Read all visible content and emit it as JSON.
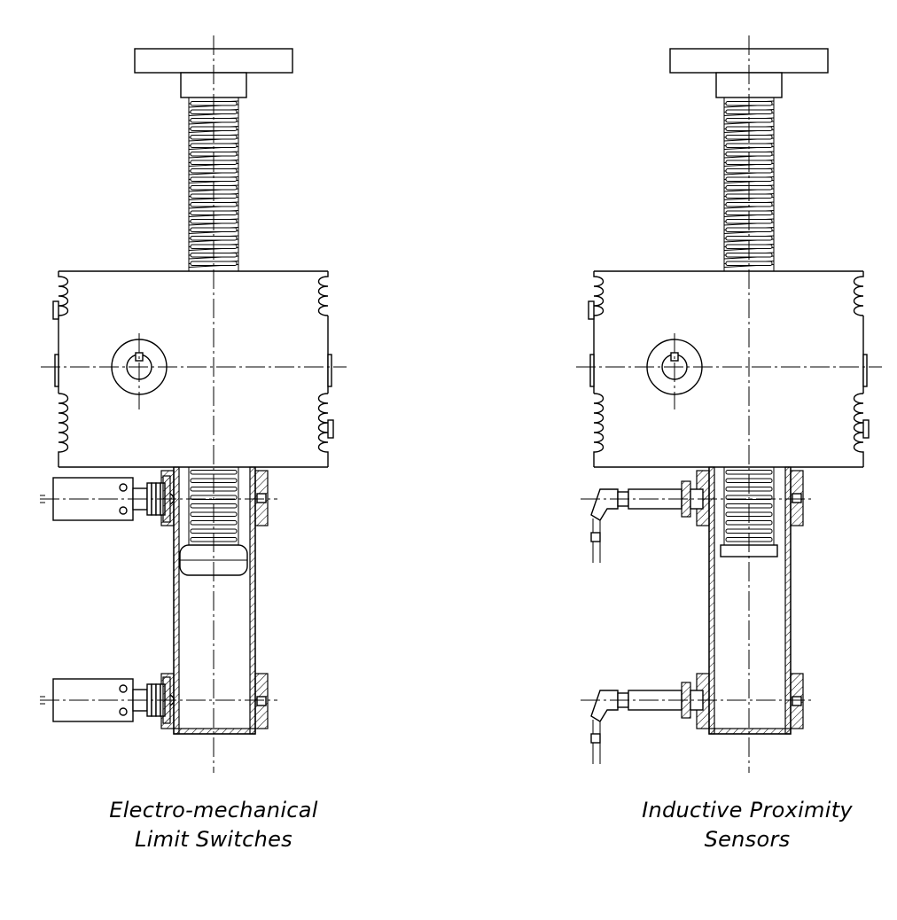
{
  "figures": [
    {
      "key": "left",
      "caption_line1": "Electro-mechanical",
      "caption_line2": "Limit Switches",
      "sensor_type": "limit-switch"
    },
    {
      "key": "right",
      "caption_line1": "Inductive Proximity",
      "caption_line2": "Sensors",
      "sensor_type": "proximity-sensor"
    }
  ]
}
